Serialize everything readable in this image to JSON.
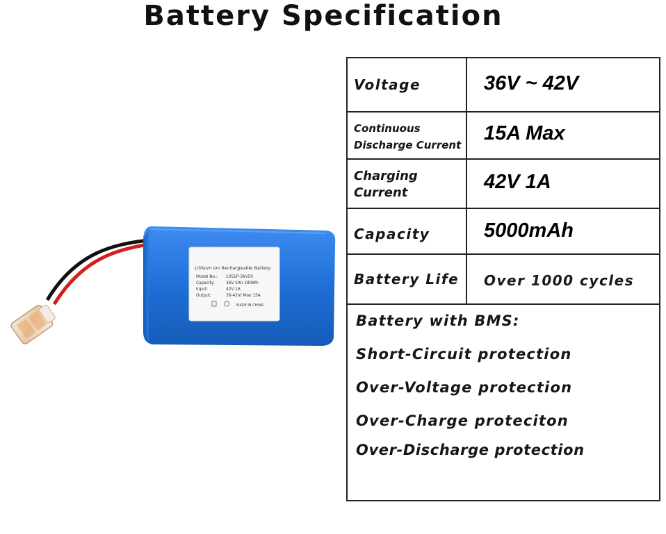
{
  "title": "Battery Specification",
  "specs": [
    {
      "label": "Voltage",
      "value": "36V ~ 42V"
    },
    {
      "label": "Continuous Discharge Current",
      "label_line1": "Continuous",
      "label_line2": "Discharge Current",
      "value": "15A Max"
    },
    {
      "label": "Charging Current",
      "label_line1": "Charging",
      "label_line2": "Current",
      "value": "42V 1A"
    },
    {
      "label": "Capacity",
      "value": "5000mAh"
    },
    {
      "label": "Battery Life",
      "value": "Over 1000 cycles"
    }
  ],
  "bms": {
    "heading": "Battery with BMS:",
    "features": [
      "Short-Circuit protection",
      "Over-Voltage protection",
      "Over-Charge proteciton",
      "Over-Discharge protection"
    ]
  },
  "battery_label": {
    "heading": "Lithium Ion Rechargeable Battery",
    "rows": [
      {
        "k": "Model No.:",
        "v": "10S1P-36V50"
      },
      {
        "k": "Capacity:",
        "v": "36V   5Ah   180Wh"
      },
      {
        "k": "Input:",
        "v": "42V 1A"
      },
      {
        "k": "Output:",
        "v": "36-42V/ Max 15A"
      }
    ],
    "made_in": "MADE IN CHINA"
  },
  "colors": {
    "battery_blue": "#1f6fd6",
    "table_border": "#222222",
    "wire_red": "#d11f1f",
    "wire_black": "#111111"
  }
}
